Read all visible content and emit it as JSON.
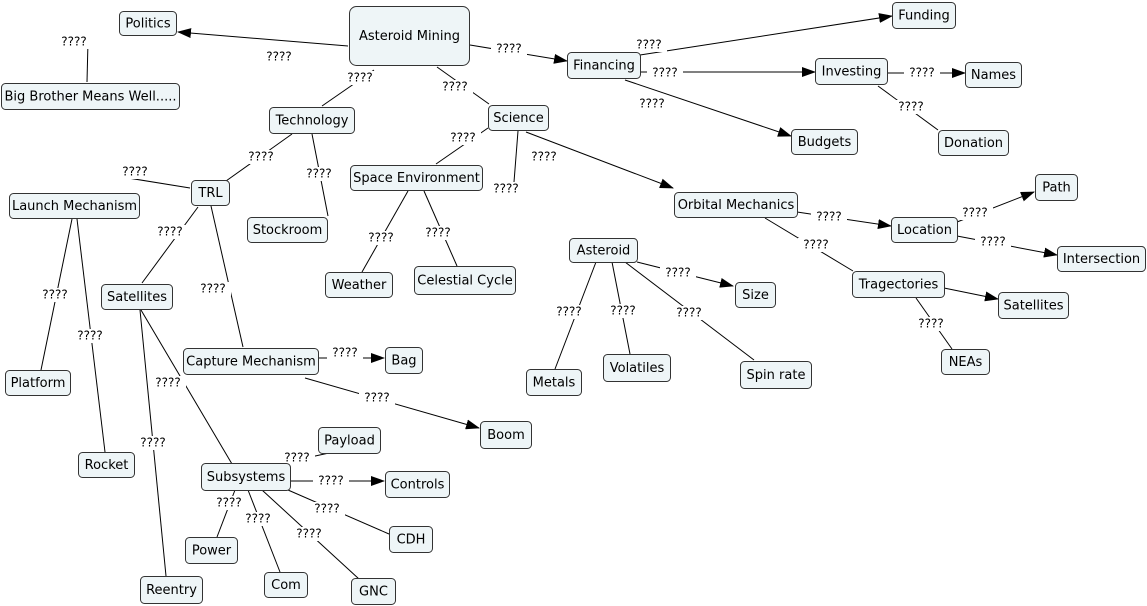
{
  "concepts": {
    "asteroid_mining": "Asteroid Mining",
    "politics": "Politics",
    "big_brother": "Big Brother Means Well.....",
    "technology": "Technology",
    "science": "Science",
    "financing": "Financing",
    "funding": "Funding",
    "investing": "Investing",
    "names": "Names",
    "donation": "Donation",
    "budgets": "Budgets",
    "trl": "TRL",
    "launch_mechanism": "Launch Mechanism",
    "stockroom": "Stockroom",
    "space_environment": "Space Environment",
    "weather": "Weather",
    "celestial_cycle": "Celestial Cycle",
    "orbital_mechanics": "Orbital Mechanics",
    "path": "Path",
    "location": "Location",
    "intersection": "Intersection",
    "tragectories": "Tragectories",
    "satellites_orbit": "Satellites",
    "neas": "NEAs",
    "asteroid": "Asteroid",
    "size": "Size",
    "metals": "Metals",
    "volatiles": "Volatiles",
    "spin_rate": "Spin rate",
    "satellites": "Satellites",
    "capture_mechanism": "Capture Mechanism",
    "bag": "Bag",
    "boom": "Boom",
    "platform": "Platform",
    "rocket": "Rocket",
    "payload": "Payload",
    "subsystems": "Subsystems",
    "controls": "Controls",
    "cdh": "CDH",
    "power": "Power",
    "com": "Com",
    "gnc": "GNC",
    "reentry": "Reentry"
  },
  "links": [
    {
      "from": "asteroid_mining",
      "to": "politics",
      "label": "????",
      "arrow": true
    },
    {
      "from": "politics",
      "to": "big_brother",
      "label": "????",
      "arrow": false
    },
    {
      "from": "asteroid_mining",
      "to": "technology",
      "label": "????",
      "arrow": false
    },
    {
      "from": "asteroid_mining",
      "to": "science",
      "label": "????",
      "arrow": false
    },
    {
      "from": "asteroid_mining",
      "to": "financing",
      "label": "????",
      "arrow": true
    },
    {
      "from": "financing",
      "to": "funding",
      "label": "????",
      "arrow": true
    },
    {
      "from": "financing",
      "to": "investing",
      "label": "????",
      "arrow": true
    },
    {
      "from": "financing",
      "to": "budgets",
      "label": "????",
      "arrow": true
    },
    {
      "from": "investing",
      "to": "names",
      "label": "????",
      "arrow": true
    },
    {
      "from": "investing",
      "to": "donation",
      "label": "????",
      "arrow": false
    },
    {
      "from": "technology",
      "to": "trl",
      "label": "????",
      "arrow": false
    },
    {
      "from": "technology",
      "to": "stockroom",
      "label": "????",
      "arrow": false
    },
    {
      "from": "trl",
      "to": "launch_mechanism",
      "label": "????",
      "arrow": false
    },
    {
      "from": "trl",
      "to": "satellites",
      "label": "????",
      "arrow": false
    },
    {
      "from": "trl",
      "to": "capture_mechanism",
      "label": "????",
      "arrow": false
    },
    {
      "from": "launch_mechanism",
      "to": "platform",
      "label": "????",
      "arrow": false
    },
    {
      "from": "launch_mechanism",
      "to": "rocket",
      "label": "????",
      "arrow": false
    },
    {
      "from": "science",
      "to": "space_environment",
      "label": "????",
      "arrow": false
    },
    {
      "from": "science",
      "to": "asteroid",
      "label": "????",
      "arrow": false
    },
    {
      "from": "science",
      "to": "orbital_mechanics",
      "label": "????",
      "arrow": true
    },
    {
      "from": "space_environment",
      "to": "weather",
      "label": "????",
      "arrow": false
    },
    {
      "from": "space_environment",
      "to": "celestial_cycle",
      "label": "????",
      "arrow": false
    },
    {
      "from": "orbital_mechanics",
      "to": "location",
      "label": "????",
      "arrow": true
    },
    {
      "from": "orbital_mechanics",
      "to": "tragectories",
      "label": "????",
      "arrow": false
    },
    {
      "from": "location",
      "to": "path",
      "label": "????",
      "arrow": true
    },
    {
      "from": "location",
      "to": "intersection",
      "label": "????",
      "arrow": true
    },
    {
      "from": "tragectories",
      "to": "satellites_orbit",
      "label": "",
      "arrow": true
    },
    {
      "from": "tragectories",
      "to": "neas",
      "label": "????",
      "arrow": false
    },
    {
      "from": "asteroid",
      "to": "size",
      "label": "????",
      "arrow": true
    },
    {
      "from": "asteroid",
      "to": "metals",
      "label": "????",
      "arrow": false
    },
    {
      "from": "asteroid",
      "to": "volatiles",
      "label": "????",
      "arrow": false
    },
    {
      "from": "asteroid",
      "to": "spin_rate",
      "label": "????",
      "arrow": false
    },
    {
      "from": "capture_mechanism",
      "to": "bag",
      "label": "????",
      "arrow": true
    },
    {
      "from": "capture_mechanism",
      "to": "boom",
      "label": "????",
      "arrow": true
    },
    {
      "from": "satellites",
      "to": "subsystems",
      "label": "????",
      "arrow": false
    },
    {
      "from": "satellites",
      "to": "reentry",
      "label": "????",
      "arrow": false
    },
    {
      "from": "subsystems",
      "to": "payload",
      "label": "????",
      "arrow": false
    },
    {
      "from": "subsystems",
      "to": "controls",
      "label": "????",
      "arrow": true
    },
    {
      "from": "subsystems",
      "to": "cdh",
      "label": "????",
      "arrow": false
    },
    {
      "from": "subsystems",
      "to": "power",
      "label": "????",
      "arrow": false
    },
    {
      "from": "subsystems",
      "to": "com",
      "label": "????",
      "arrow": false
    },
    {
      "from": "subsystems",
      "to": "gnc",
      "label": "????",
      "arrow": false
    }
  ]
}
